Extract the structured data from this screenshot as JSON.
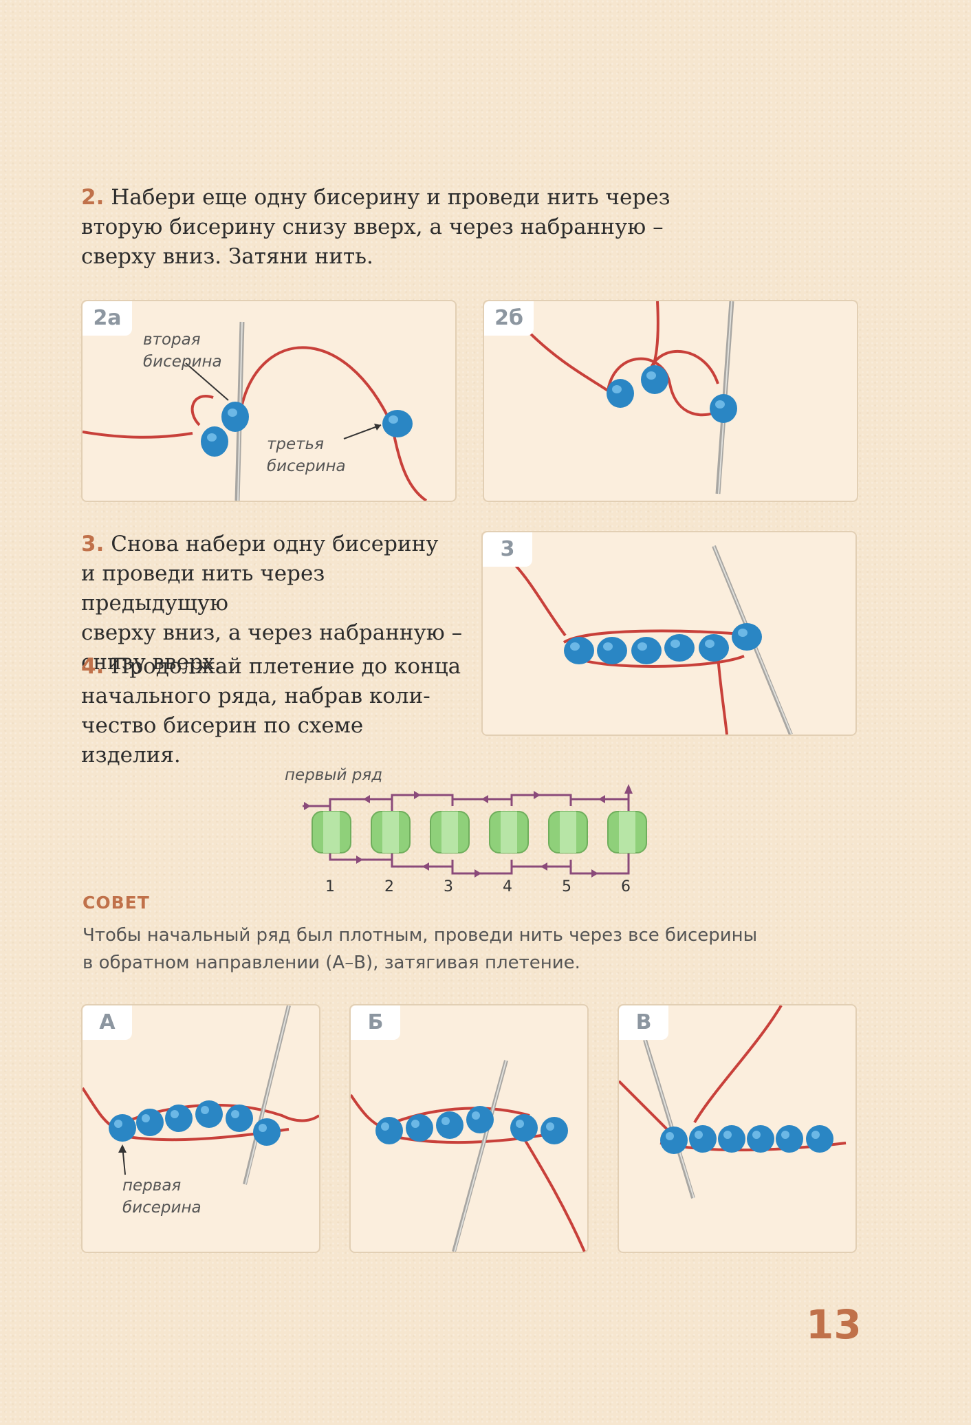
{
  "step2": {
    "num": "2.",
    "line1": "Набери еще одну бисерину и проведи нить через",
    "line2": "вторую бисерину снизу вверх, а через набранную –",
    "line3": "сверху вниз. Затяни нить."
  },
  "panel_2a": {
    "badge": "2а",
    "label1_a": "вторая",
    "label1_b": "бисерина",
    "label2_a": "третья",
    "label2_b": "бисерина"
  },
  "panel_2b": {
    "badge": "2б"
  },
  "step3": {
    "num": "3.",
    "line1": "Снова набери одну бисерину",
    "line2": "и проведи нить через предыдущую",
    "line3": "сверху вниз, а через набранную –",
    "line4": "снизу вверх."
  },
  "step4": {
    "num": "4.",
    "line1": "Продолжай плетение до конца",
    "line2": "начального ряда, набрав коли-",
    "line3": "чество бисерин по схеме изделия."
  },
  "panel_3": {
    "badge": "3"
  },
  "diagram": {
    "label": "первый ряд",
    "bead_numbers": [
      "1",
      "2",
      "3",
      "4",
      "5",
      "6"
    ]
  },
  "tip": {
    "title": "СОВЕТ",
    "line1": "Чтобы начальный ряд был плотным, проведи нить через все бисерины",
    "line2": "в обратном направлении (А–В), затягивая плетение."
  },
  "panel_a": {
    "badge": "А",
    "label_a": "первая",
    "label_b": "бисерина"
  },
  "panel_b": {
    "badge": "Б"
  },
  "panel_v": {
    "badge": "В"
  },
  "page_number": "13",
  "colors": {
    "accent": "#c0714a",
    "bead": "#2a86c4",
    "thread": "#c8403a",
    "diagram_bead": "#8fd07a",
    "diagram_thread": "#8a4a7a"
  }
}
